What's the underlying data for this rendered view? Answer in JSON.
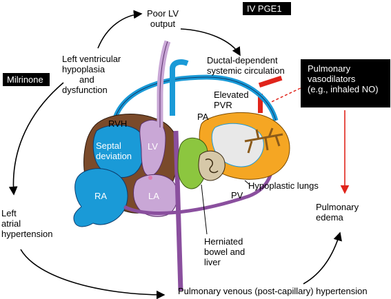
{
  "labels": {
    "poor_lv_output": [
      "Poor LV",
      "output"
    ],
    "iv_pge1": "IV PGE1",
    "milrinone": "Milrinone",
    "lv_hypoplasia": [
      "Left ventricular",
      "hypoplasia",
      "and",
      "dysfunction"
    ],
    "ductal_dependent": [
      "Ductal-dependent",
      "systemic circulation"
    ],
    "pulm_vasodilators": [
      "Pulmonary",
      "vasodilators",
      "(e.g., inhaled NO)"
    ],
    "elevated_pvr": [
      "Elevated",
      "PVR"
    ],
    "pa": "PA",
    "rvh": "RVH",
    "septal_deviation": [
      "Septal",
      "deviation"
    ],
    "lv": "LV",
    "ra": "RA",
    "la": "LA",
    "pv": "PV",
    "hypoplastic_lungs": "Hypoplastic lungs",
    "left_atrial_htn": [
      "Left",
      "atrial",
      "hypertension"
    ],
    "pulmonary_edema": [
      "Pulmonary",
      "edema"
    ],
    "herniated": [
      "Herniated",
      "bowel and",
      "liver"
    ],
    "pv_hypertension": "Pulmonary venous (post-capillary) hypertension"
  },
  "colors": {
    "blue": "#1a9ad7",
    "purple": "#8a4f9e",
    "lavender": "#c9a7d6",
    "brown": "#7a4a2a",
    "green": "#8cc63f",
    "orange": "#f5a623",
    "red": "#e0241b",
    "dark_box": "#111111"
  }
}
